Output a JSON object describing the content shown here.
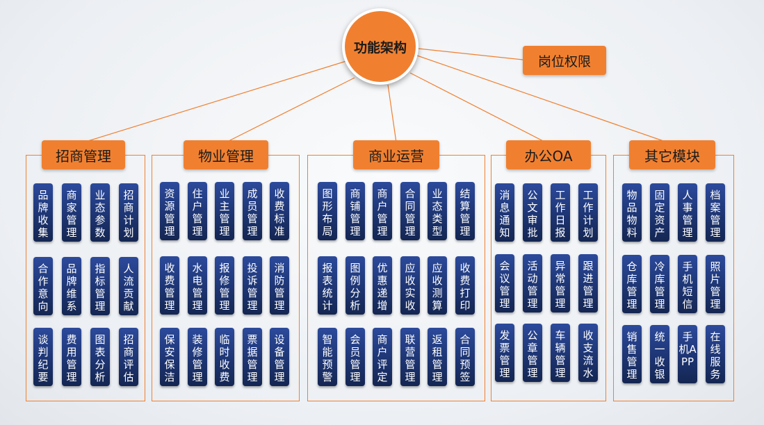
{
  "root": {
    "label": "功能架构"
  },
  "permission": {
    "label": "岗位权限"
  },
  "groups": [
    {
      "title": "招商管理",
      "cols": 4,
      "modules": [
        "品牌收集",
        "商家管理",
        "业态参数",
        "招商计划",
        "合作意向",
        "品牌维系",
        "指标管理",
        "人流贡献",
        "谈判纪要",
        "费用管理",
        "图表分析",
        "招商评估"
      ]
    },
    {
      "title": "物业管理",
      "cols": 5,
      "modules": [
        "资源管理",
        "住户管理",
        "业主管理",
        "成员管理",
        "收费标准",
        "收费管理",
        "水电管理",
        "报修管理",
        "投诉管理",
        "消防管理",
        "保安保洁",
        "装修管理",
        "临时收费",
        "票据管理",
        "设备管理"
      ]
    },
    {
      "title": "商业运营",
      "cols": 6,
      "modules": [
        "图形布局",
        "商铺管理",
        "商户管理",
        "合同管理",
        "业态类型",
        "结算管理",
        "报表统计",
        "图例分析",
        "优惠递增",
        "应收实收",
        "应收测算",
        "收费打印",
        "智能预警",
        "会员管理",
        "商户评定",
        "联营管理",
        "返租管理",
        "合同预签"
      ]
    },
    {
      "title": "办公OA",
      "cols": 4,
      "modules": [
        "消息通知",
        "公文审批",
        "工作日报",
        "工作计划",
        "会议管理",
        "活动管理",
        "异常管理",
        "跟进管理",
        "发票管理",
        "公章管理",
        "车辆管理",
        "收支流水"
      ]
    },
    {
      "title": "其它模块",
      "cols": 4,
      "modules": [
        "物品物料",
        "固定资产",
        "人事管理",
        "档案管理",
        "仓库管理",
        "冷库管理",
        "手机短信",
        "照片管理",
        "销售管理",
        "统一收银",
        "手机APP",
        "在线服务"
      ]
    }
  ],
  "colors": {
    "accent": "#f08030",
    "module": "#1c336f",
    "line": "#f08030"
  }
}
